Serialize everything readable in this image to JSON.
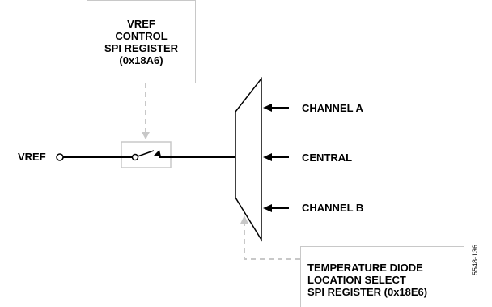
{
  "vref_control_box": {
    "line1": "VREF",
    "line2": "CONTROL",
    "line3": "SPI REGISTER",
    "line4": "(0x18A6)"
  },
  "input_label": "VREF",
  "mux_inputs": {
    "channel_a": "CHANNEL A",
    "central": "CENTRAL",
    "channel_b": "CHANNEL B"
  },
  "temp_select_box": {
    "line1": "TEMPERATURE DIODE",
    "line2": "LOCATION SELECT",
    "line3": "SPI REGISTER (0x18E6)"
  },
  "figure_id": "5548-136"
}
